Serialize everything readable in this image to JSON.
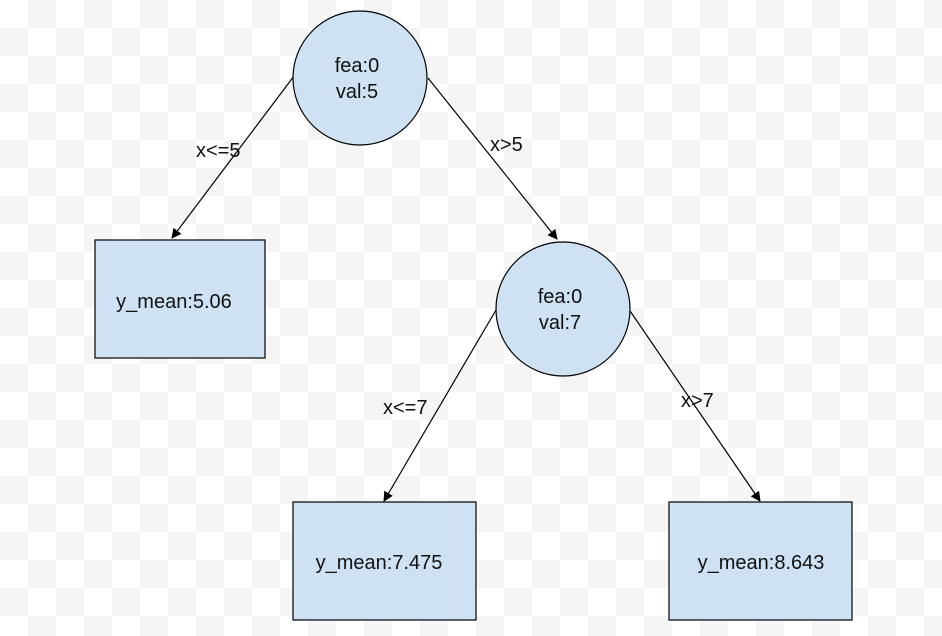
{
  "tree": {
    "root": {
      "line1": "fea:0",
      "line2": "val:5"
    },
    "root_left_edge": "x<=5",
    "root_right_edge": "x>5",
    "left_leaf": "y_mean:5.06",
    "right_node": {
      "line1": "fea:0",
      "line2": "val:7"
    },
    "right_node_left_edge": "x<=7",
    "right_node_right_edge": "x>7",
    "leaf_middle": "y_mean:7.475",
    "leaf_right": "y_mean:8.643"
  },
  "colors": {
    "node_fill": "#cfe2f3",
    "stroke": "#000000"
  }
}
